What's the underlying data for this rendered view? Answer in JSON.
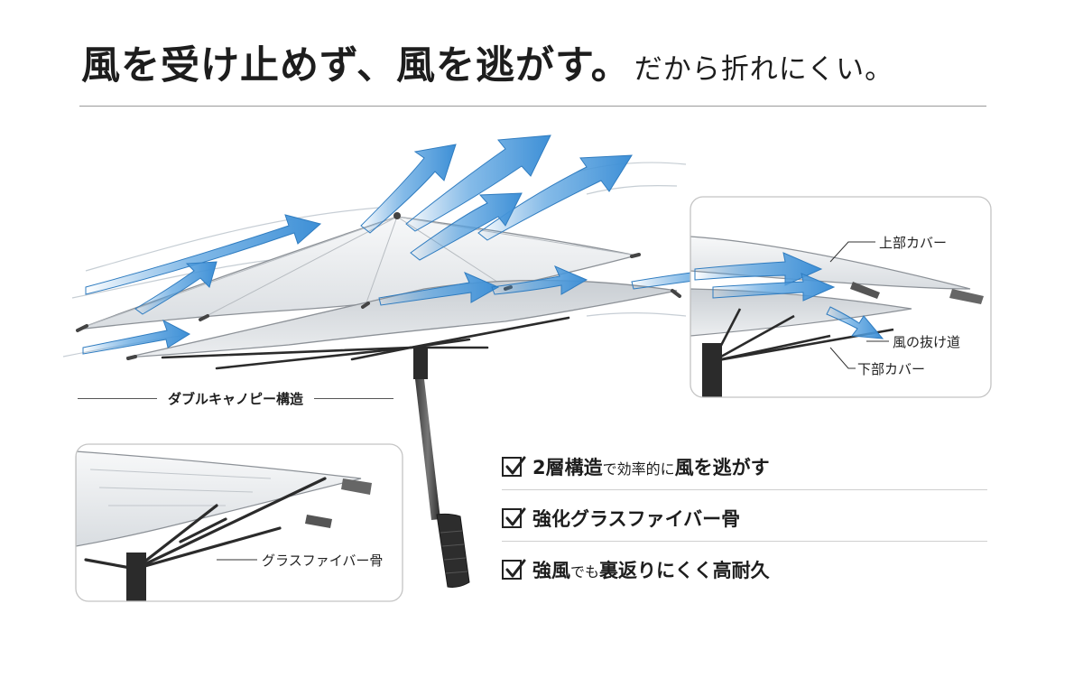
{
  "headline": {
    "main": "風を受け止めず、風を逃がす。",
    "sub": "だから折れにくい。"
  },
  "labels": {
    "double_canopy": "ダブルキャノピー構造",
    "upper_cover": "上部カバー",
    "wind_path": "風の抜け道",
    "lower_cover": "下部カバー",
    "glass_fiber_rib": "グラスファイバー骨"
  },
  "features": [
    {
      "parts": [
        {
          "text": "2層構造",
          "style": "big"
        },
        {
          "text": "で効率的に",
          "style": "small"
        },
        {
          "text": "風を逃がす",
          "style": "big"
        }
      ]
    },
    {
      "parts": [
        {
          "text": "強化グラスファイバー骨",
          "style": "big"
        }
      ]
    },
    {
      "parts": [
        {
          "text": "強風",
          "style": "big"
        },
        {
          "text": "でも",
          "style": "small"
        },
        {
          "text": "裏返りにくく高耐久",
          "style": "big"
        }
      ]
    }
  ],
  "colors": {
    "arrow_blue": "#3d8fd6",
    "arrow_light": "#cfe6f8",
    "canopy": "#eef0f2",
    "frame": "#2b2b2b",
    "inset_border": "#c4c4c4"
  },
  "icons": {
    "check": "checkbox-checked-icon"
  }
}
